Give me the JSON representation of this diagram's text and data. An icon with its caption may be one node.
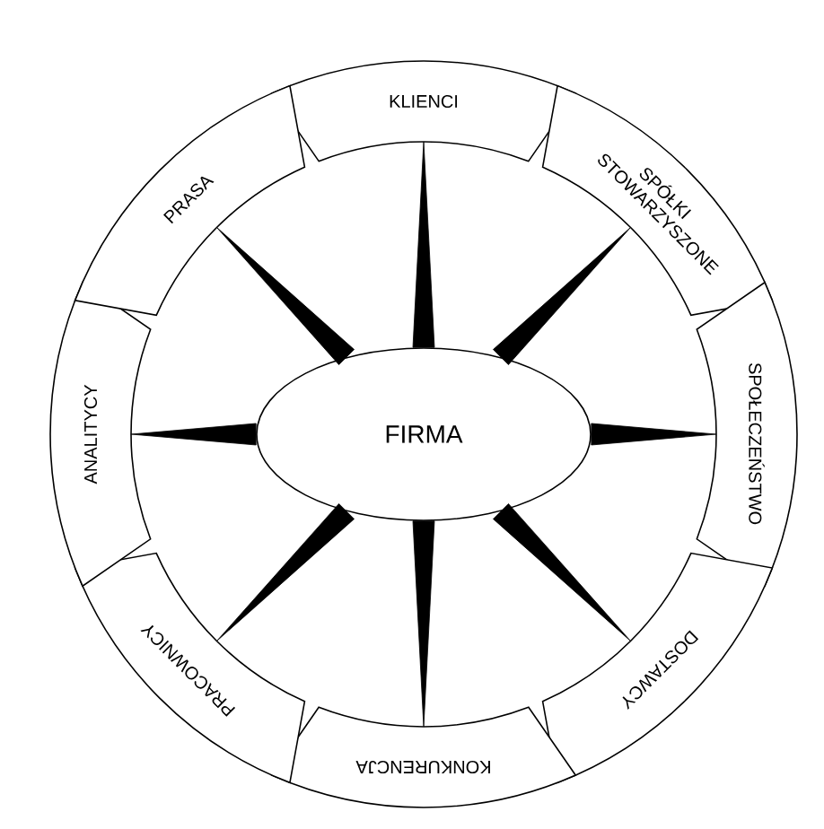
{
  "diagram": {
    "nodes": [
      {
        "text": [
          "FIRMA"
        ]
      },
      {
        "text": [
          "KLIENCI"
        ]
      },
      {
        "text": [
          "SPÓŁKI STOWARZYSZONE"
        ]
      },
      {
        "text": [
          "SPOŁECZEŃSTWO"
        ]
      },
      {
        "text": [
          "DOSTAWCY"
        ]
      },
      {
        "text": [
          "KONKURENCJA"
        ]
      },
      {
        "text": [
          "PRACOWNICY"
        ]
      },
      {
        "text": [
          "ANALITYCY"
        ]
      },
      {
        "text": [
          "PRASA"
        ]
      }
    ],
    "edges": [
      {
        "from": 0,
        "to": 1,
        "arrow": "none"
      },
      {
        "from": 0,
        "to": 2,
        "arrow": "none"
      },
      {
        "from": 0,
        "to": 3,
        "arrow": "none"
      },
      {
        "from": 0,
        "to": 4,
        "arrow": "none"
      },
      {
        "from": 0,
        "to": 5,
        "arrow": "none"
      },
      {
        "from": 0,
        "to": 6,
        "arrow": "none"
      },
      {
        "from": 0,
        "to": 7,
        "arrow": "none"
      },
      {
        "from": 0,
        "to": 8,
        "arrow": "none"
      }
    ]
  }
}
